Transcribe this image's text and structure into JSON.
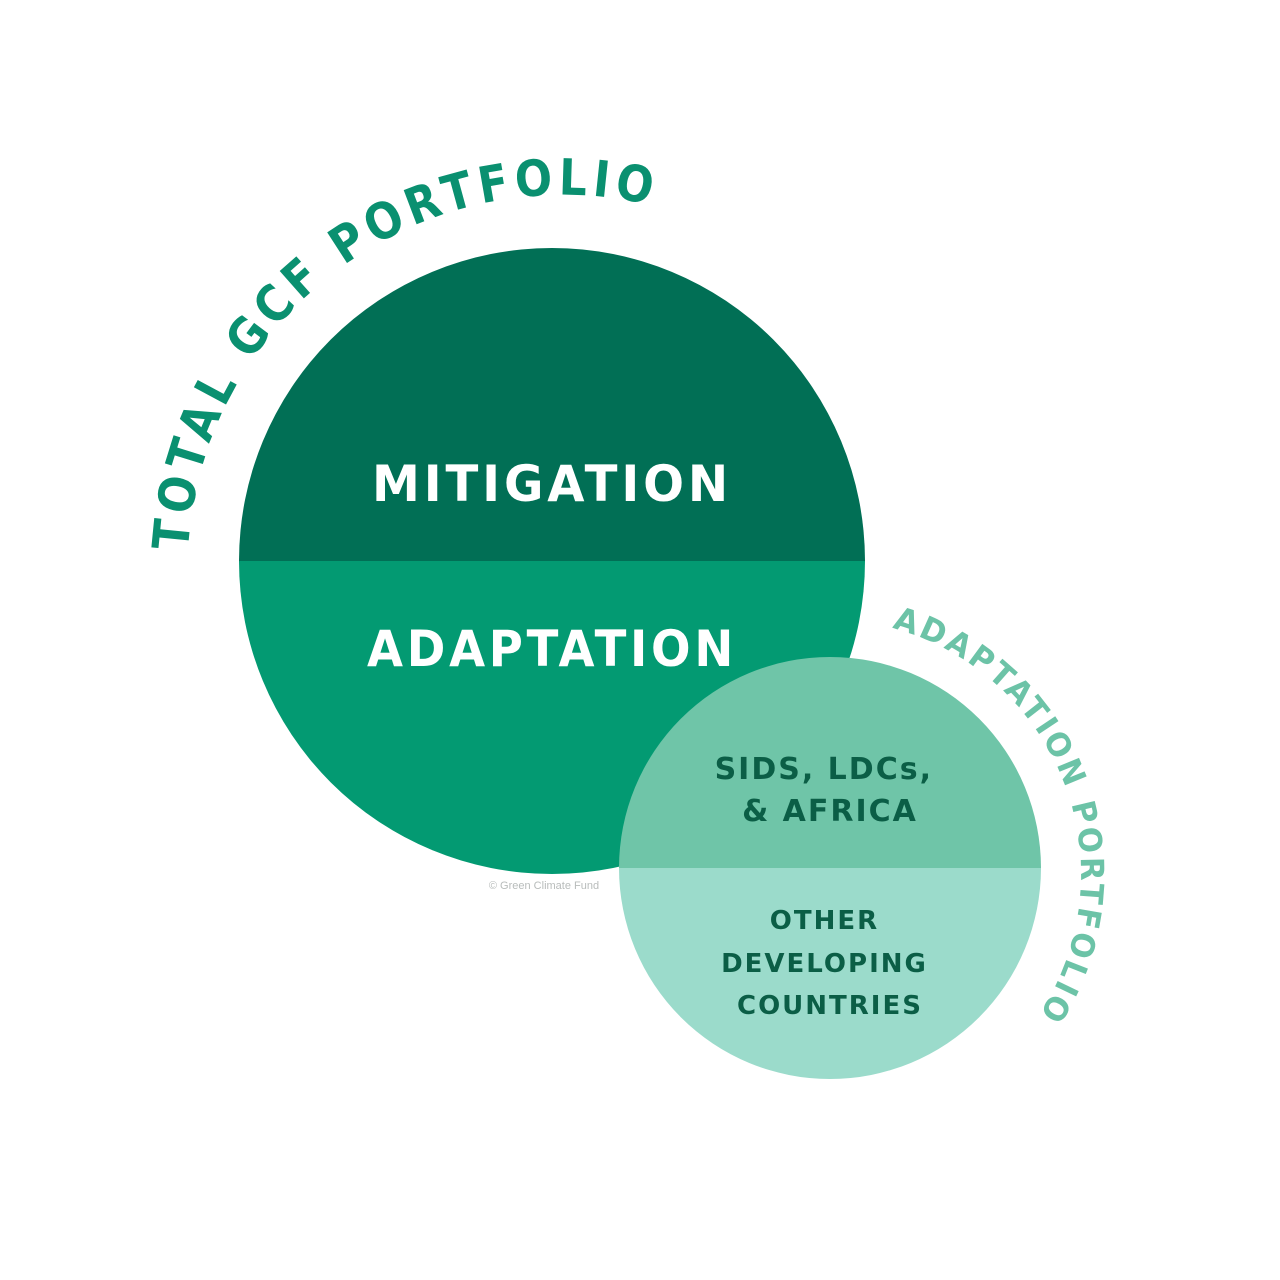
{
  "total_portfolio": {
    "title": "TOTAL GCF PORTFOLIO",
    "title_color": "#0a9070",
    "segments": [
      {
        "label": "MITIGATION",
        "color": "#016f55"
      },
      {
        "label": "ADAPTATION",
        "color": "#039a72"
      }
    ]
  },
  "adaptation_portfolio": {
    "title": "ADAPTATION PORTFOLIO",
    "title_color": "#6cc3a7",
    "segments": [
      {
        "label_lines": [
          "SIDS, LDCs,",
          "& AFRICA"
        ],
        "color": "#6fc5a8"
      },
      {
        "label_lines": [
          "OTHER",
          "DEVELOPING",
          "COUNTRIES"
        ],
        "color": "#9bdbcb"
      }
    ]
  },
  "copyright": "© Green Climate Fund"
}
